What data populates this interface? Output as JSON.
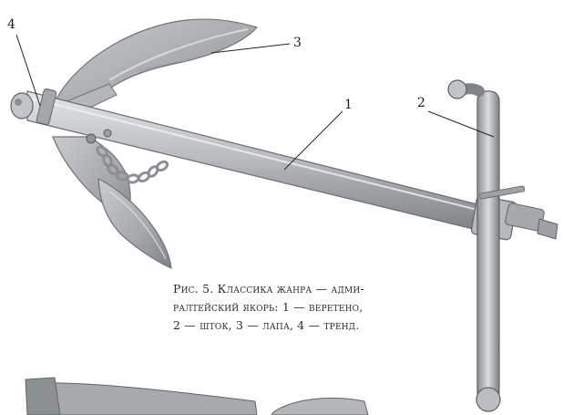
{
  "callouts": {
    "label_1": "1",
    "label_2": "2",
    "label_3": "3",
    "label_4": "4"
  },
  "caption": {
    "line1": "Рис. 5. Классика жанра — адми-",
    "line2": "ралтейский якорь: 1 — веретено,",
    "line3": "2 — шток, 3 — лапа, 4 — тренд."
  },
  "colors": {
    "metal_light": "#d4d7d9",
    "metal_mid": "#a9adb0",
    "metal_dark": "#6f7477",
    "leader_line": "#222222"
  }
}
